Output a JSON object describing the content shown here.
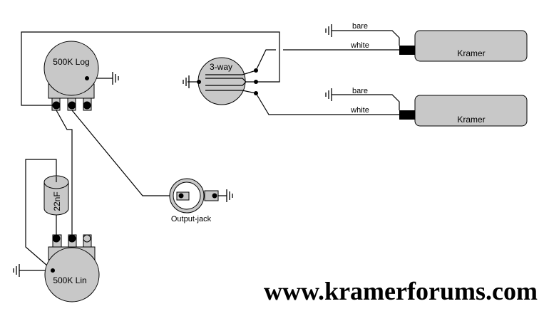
{
  "diagram": {
    "volume_pot": {
      "label": "500K Log"
    },
    "tone_pot": {
      "label": "500K Lin"
    },
    "capacitor": {
      "label": "22nF"
    },
    "switch": {
      "label": "3-way"
    },
    "output_jack": {
      "label": "Output-jack"
    },
    "pickup_neck": {
      "label": "Kramer",
      "wire_ground": "bare",
      "wire_hot": "white"
    },
    "pickup_bridge": {
      "label": "Kramer",
      "wire_ground": "bare",
      "wire_hot": "white"
    },
    "watermark": "www.kramerforums.com"
  },
  "colors": {
    "component_fill": "#c8c8c8",
    "wire": "#000000"
  }
}
